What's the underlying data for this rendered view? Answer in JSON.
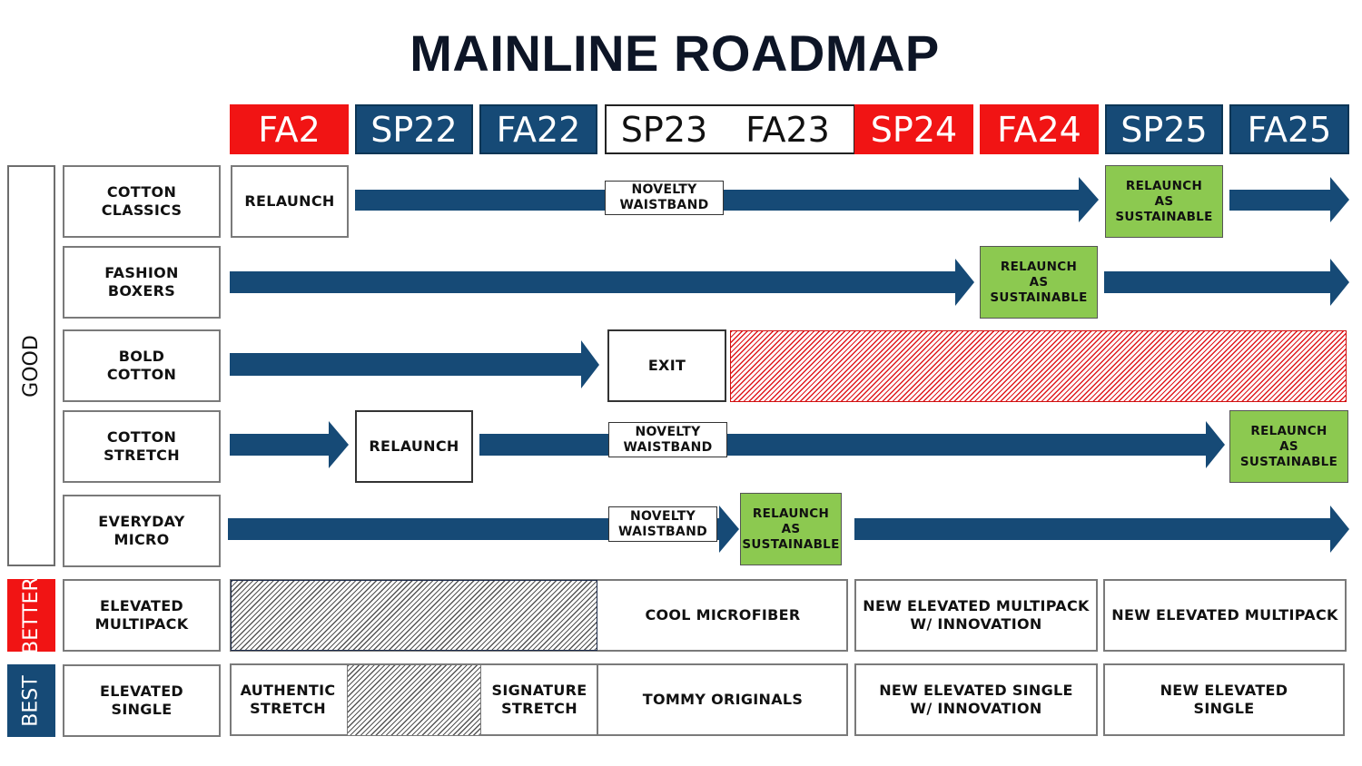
{
  "title": "MAINLINE ROADMAP",
  "seasons": [
    "FA2",
    "SP22",
    "FA22",
    "SP23",
    "FA23",
    "SP24",
    "FA24",
    "SP25",
    "FA25"
  ],
  "colors": {
    "red": "#f11414",
    "navy": "#164a76",
    "green": "#8cc950",
    "hatch_red": "#e0191e"
  },
  "tiers": {
    "good": "GOOD",
    "better": "BETTER",
    "best": "BEST"
  },
  "rows": {
    "cotton_classics": {
      "label": "COTTON\nCLASSICS",
      "relaunch": "RELAUNCH",
      "novelty": "NOVELTY\nWAISTBAND",
      "sustainable": "RELAUNCH\nAS\nSUSTAINABLE"
    },
    "fashion_boxers": {
      "label": "FASHION\nBOXERS",
      "sustainable": "RELAUNCH\nAS\nSUSTAINABLE"
    },
    "bold_cotton": {
      "label": "BOLD\nCOTTON",
      "exit": "EXIT"
    },
    "cotton_stretch": {
      "label": "COTTON\nSTRETCH",
      "relaunch": "RELAUNCH",
      "novelty": "NOVELTY\nWAISTBAND",
      "sustainable": "RELAUNCH\nAS\nSUSTAINABLE"
    },
    "everyday_micro": {
      "label": "EVERYDAY\nMICRO",
      "novelty": "NOVELTY\nWAISTBAND",
      "sustainable": "RELAUNCH\nAS\nSUSTAINABLE"
    },
    "elevated_multipack": {
      "label": "ELEVATED\nMULTIPACK",
      "cool_microfiber": "COOL MICROFIBER",
      "new_innovation": "NEW ELEVATED MULTIPACK\nW/ INNOVATION",
      "new": "NEW ELEVATED MULTIPACK"
    },
    "elevated_single": {
      "label": "ELEVATED\nSINGLE",
      "authentic_stretch": "AUTHENTIC\nSTRETCH",
      "signature_stretch": "SIGNATURE\nSTRETCH",
      "tommy_originals": "TOMMY ORIGINALS",
      "new_innovation": "NEW ELEVATED SINGLE\nW/ INNOVATION",
      "new": "NEW ELEVATED\nSINGLE"
    }
  }
}
